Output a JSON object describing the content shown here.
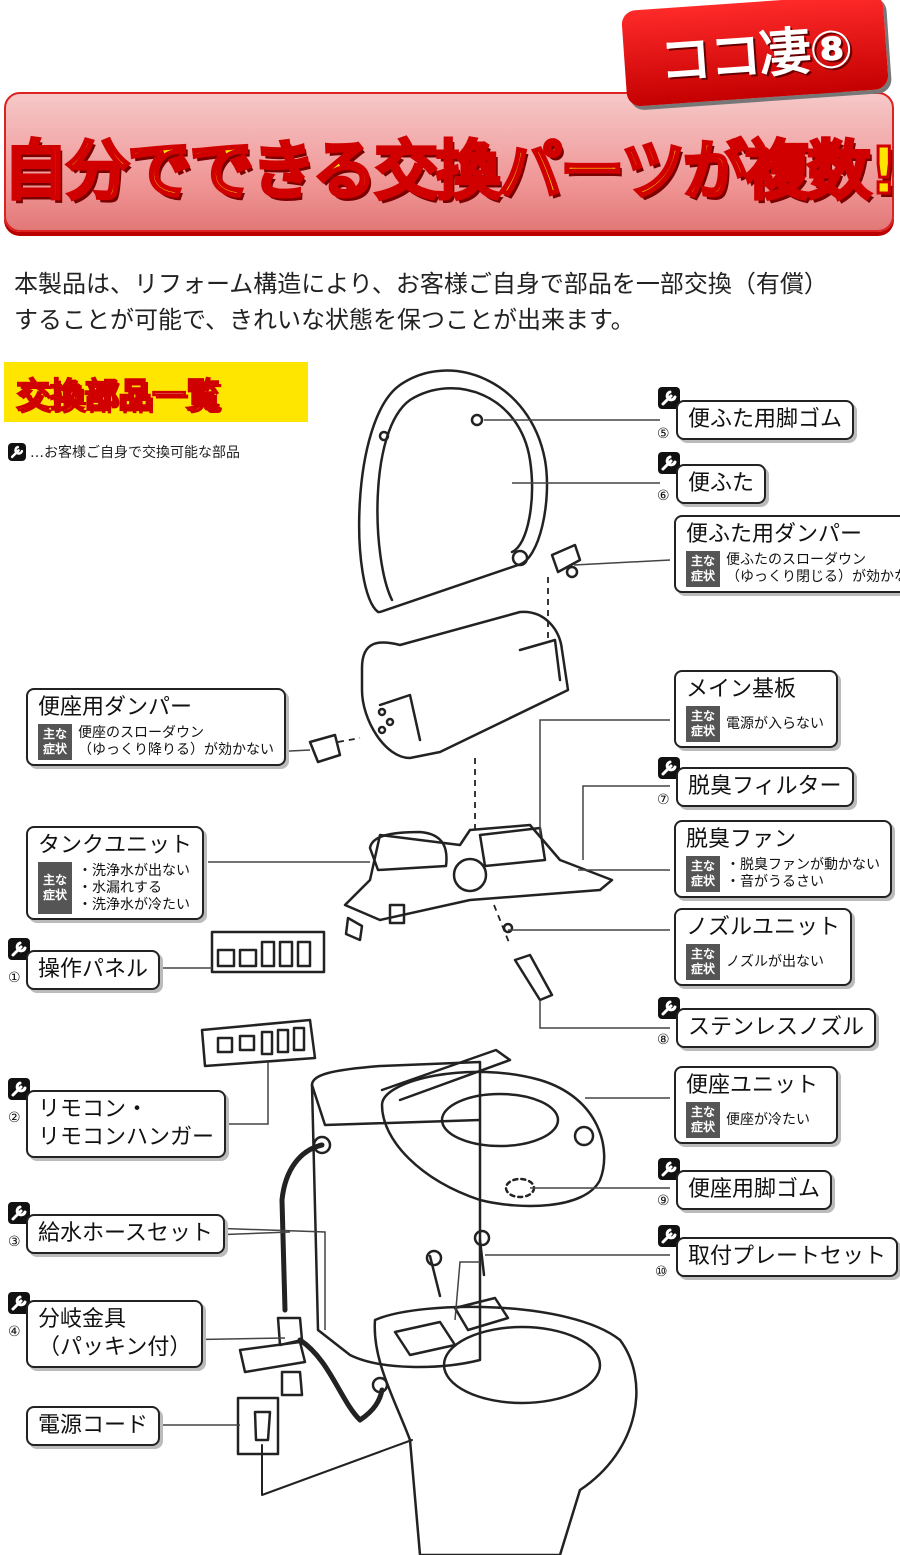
{
  "header": {
    "badge": "ココ凄⑧",
    "title": "自分でできる交換パーツが複数!"
  },
  "intro": {
    "line1": "本製品は、リフォーム構造により、お客様ご自身で部品を一部交換（有償）",
    "line2": "することが可能で、きれいな状態を保つことが出来ます。"
  },
  "list_title": "交換部品一覧",
  "legend": "…お客様ご自身で交換可能な部品",
  "tag": {
    "line1": "主な",
    "line2": "症状"
  },
  "parts": {
    "lid_rubber": {
      "num": "⑤",
      "name": "便ふた用脚ゴム"
    },
    "lid": {
      "num": "⑥",
      "name": "便ふた"
    },
    "lid_damper": {
      "name": "便ふた用ダンパー",
      "sym1": "便ふたのスローダウン",
      "sym2": "（ゆっくり閉じる）が効かない"
    },
    "seat_damper": {
      "name": "便座用ダンパー",
      "sym1": "便座のスローダウン",
      "sym2": "（ゆっくり降りる）が効かない"
    },
    "main_board": {
      "name": "メイン基板",
      "sym1": "電源が入らない"
    },
    "deodor_filter": {
      "num": "⑦",
      "name": "脱臭フィルター"
    },
    "deodor_fan": {
      "name": "脱臭ファン",
      "sym1": "・脱臭ファンが動かない",
      "sym2": "・音がうるさい"
    },
    "tank_unit": {
      "name": "タンクユニット",
      "sym1": "・洗浄水が出ない",
      "sym2": "・水漏れする",
      "sym3": "・洗浄水が冷たい"
    },
    "nozzle_unit": {
      "name": "ノズルユニット",
      "sym1": "ノズルが出ない"
    },
    "panel": {
      "num": "①",
      "name": "操作パネル"
    },
    "steel_nozzle": {
      "num": "⑧",
      "name": "ステンレスノズル"
    },
    "remote": {
      "num": "②",
      "name1": "リモコン・",
      "name2": "リモコンハンガー"
    },
    "seat_unit": {
      "name": "便座ユニット",
      "sym1": "便座が冷たい"
    },
    "seat_rubber": {
      "num": "⑨",
      "name": "便座用脚ゴム"
    },
    "hose": {
      "num": "③",
      "name": "給水ホースセット"
    },
    "plate": {
      "num": "⑩",
      "name": "取付プレートセット"
    },
    "branch": {
      "num": "④",
      "name1": "分岐金具",
      "name2": "（パッキン付）"
    },
    "cord": {
      "name": "電源コード"
    }
  },
  "colors": {
    "red": "#d10000",
    "yellow": "#ffe600",
    "tag_gray": "#555555"
  }
}
